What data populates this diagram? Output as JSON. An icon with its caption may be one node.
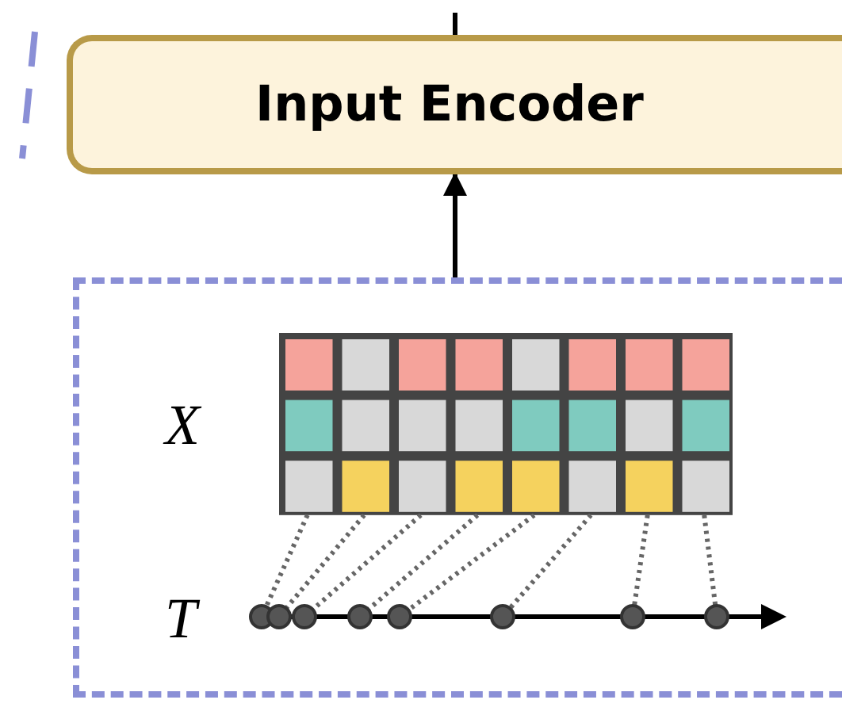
{
  "diagram": {
    "nodes": [
      {
        "text": [
          "Input Encoder"
        ]
      },
      {
        "text": [],
        "shape": "box"
      }
    ],
    "edges": [
      {
        "from": 1,
        "to": 0,
        "arrow": "to"
      },
      {
        "from": 0,
        "to": null,
        "arrow": "none"
      }
    ],
    "labels": [
      "X",
      "T"
    ]
  }
}
